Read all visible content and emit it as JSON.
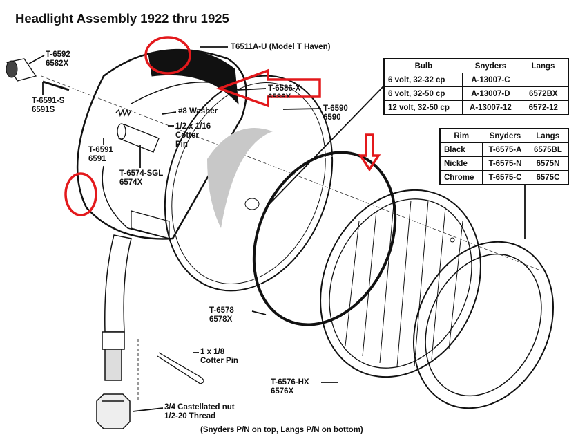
{
  "title": "Headlight Assembly 1922 thru 1925",
  "labels": {
    "shell": "T6511A-U (Model T Haven)",
    "plug_a": "T-6592",
    "plug_b": "6582X",
    "spring_s_a": "T-6591-S",
    "spring_s_b": "6591S",
    "reflector_a": "T-6586-X",
    "reflector_b": "6586X",
    "lens_ring_a": "T-6590",
    "lens_ring_b": "6590",
    "washer": "#8 Washer",
    "cotter_small_a": "1/2 x 1/16",
    "cotter_small_b": "Cotter",
    "cotter_small_c": "Pin",
    "spring_a": "T-6591",
    "spring_b": "6591",
    "socket_a": "T-6574-SGL",
    "socket_b": "6574X",
    "gasket_a": "T-6578",
    "gasket_b": "6578X",
    "cotter_large_a": "1 x 1/8",
    "cotter_large_b": "Cotter Pin",
    "lens_a": "T-6576-HX",
    "lens_b": "6576X",
    "nut_a": "3/4 Castellated nut",
    "nut_b": "1/2-20 Thread"
  },
  "bulb_table": {
    "headers": [
      "Bulb",
      "Snyders",
      "Langs"
    ],
    "rows": [
      [
        "6 volt, 32-32 cp",
        "A-13007-C",
        ""
      ],
      [
        "6 volt, 32-50 cp",
        "A-13007-D",
        "6572BX"
      ],
      [
        "12 volt, 32-50 cp",
        "A-13007-12",
        "6572-12"
      ]
    ]
  },
  "rim_table": {
    "headers": [
      "Rim",
      "Snyders",
      "Langs"
    ],
    "rows": [
      [
        "Black",
        "T-6575-A",
        "6575BL"
      ],
      [
        "Nickle",
        "T-6575-N",
        "6575N"
      ],
      [
        "Chrome",
        "T-6575-C",
        "6575C"
      ]
    ]
  },
  "footer": "(Snyders P/N on top, Langs P/N on bottom)",
  "colors": {
    "annotation": "#e3191c",
    "line": "#111111",
    "reflector_shade": "#c8c8c8"
  }
}
